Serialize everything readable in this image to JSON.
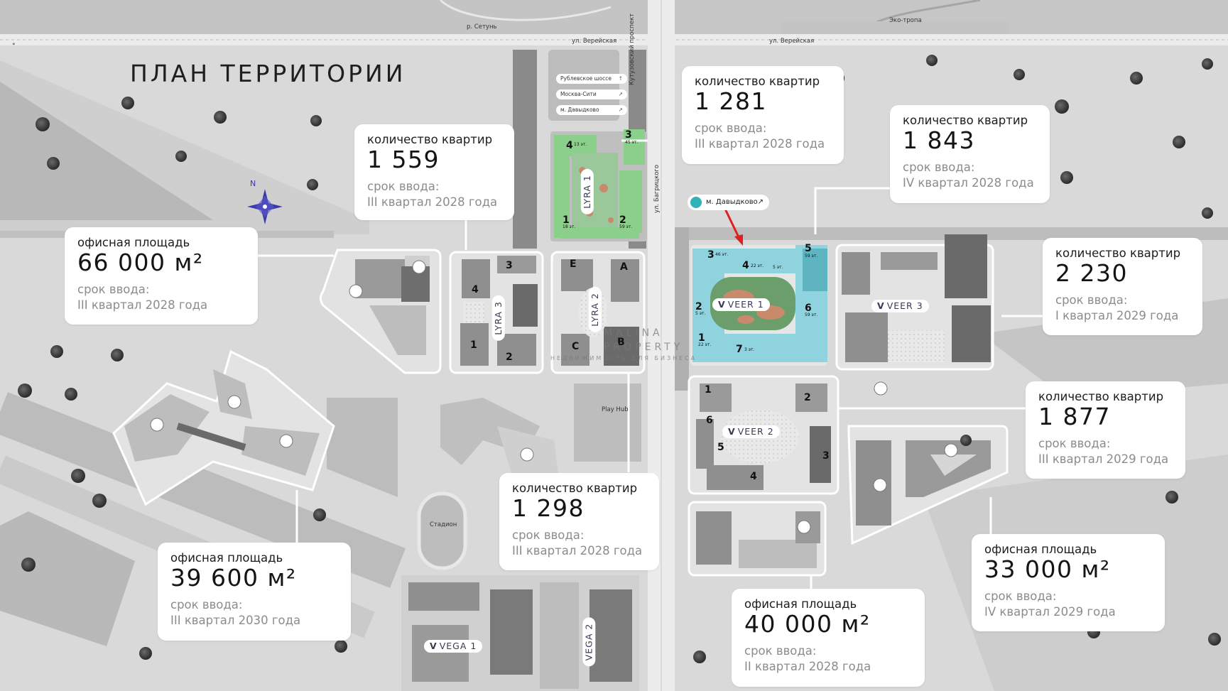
{
  "title": "ПЛАН ТЕРРИТОРИИ",
  "compass_label": "N",
  "corner_mark": "°",
  "colors": {
    "background": "#d6d6d6",
    "building_lyra1": "#8ad08a",
    "building_veer1": "#8fd3de",
    "courtyard": "#c98a6c",
    "compass": "#3a3aa8",
    "metro_dot": "#2fb3b7",
    "arrow": "#e02020"
  },
  "street_labels": {
    "river": "р. Сетунь",
    "vereyskaya_left": "ул. Верейская",
    "vereyskaya_right": "ул. Верейская",
    "eco_path": "Эко-тропа",
    "kutuzovsky": "Кутузовский проспект",
    "bagritskogo": "ул. Багрицкого",
    "play_hub": "Play Hub",
    "stadium": "Стадион"
  },
  "route_pills": [
    {
      "label": "Рублевское шоссе",
      "arrow": "↑"
    },
    {
      "label": "Москва-Сити",
      "arrow": "↗"
    },
    {
      "label": "м. Давыдково",
      "arrow": "↗"
    }
  ],
  "metro_badge": {
    "label": "м. Давыдково",
    "arrow": "↗",
    "icon": "metro-station-icon"
  },
  "building_names": {
    "lyra1": "LYRA 1",
    "lyra2": "LYRA 2",
    "lyra3": "LYRA 3",
    "veer1": "VEER 1",
    "veer2": "VEER 2",
    "veer3": "VEER 3",
    "vega1": "VEGA 1",
    "vega2": "VEGA 2"
  },
  "building_mark": "V",
  "section_numbers": {
    "lyra1": [
      {
        "n": "4",
        "floors": "13 эт."
      },
      {
        "n": "3",
        "floors": "45 эт."
      },
      {
        "n": "1",
        "floors": "18 эт."
      },
      {
        "n": "2",
        "floors": "59 эт."
      }
    ],
    "lyra3": [
      "3",
      "4",
      "1",
      "2"
    ],
    "lyra2": [
      "E",
      "A",
      "C",
      "B"
    ],
    "veer1": [
      {
        "n": "3",
        "floors": "46 эт."
      },
      {
        "n": "4",
        "floors": "22 эт."
      },
      {
        "n": "",
        "floors": "5 эт."
      },
      {
        "n": "5",
        "floors": "59 эт."
      },
      {
        "n": "2",
        "floors": "5 эт."
      },
      {
        "n": "6",
        "floors": "59 эт."
      },
      {
        "n": "1",
        "floors": "22 эт."
      },
      {
        "n": "7",
        "floors": "3 эт."
      }
    ],
    "veer2": [
      "1",
      "2",
      "6",
      "5",
      "3",
      "4"
    ]
  },
  "watermark": {
    "line1": "MALINA",
    "line2": "PROPERTY",
    "line3": "НЕДВИЖИМОСТЬ ДЛЯ БИЗНЕСА"
  },
  "cards": [
    {
      "id": "card-lyra3",
      "label": "количество квартир",
      "value": "1 559",
      "date_label": "срок ввода:",
      "date": "III квартал 2028 года"
    },
    {
      "id": "card-lyra1",
      "label": "количество квартир",
      "value": "1 281",
      "date_label": "срок ввода:",
      "date": "III квартал 2028 года"
    },
    {
      "id": "card-veer1",
      "label": "количество квартир",
      "value": "1 843",
      "date_label": "срок ввода:",
      "date": "IV квартал 2028 года"
    },
    {
      "id": "card-office-left",
      "label": "офисная площадь",
      "value": "66 000 м²",
      "date_label": "срок ввода:",
      "date": "III квартал 2028 года"
    },
    {
      "id": "card-veer3",
      "label": "количество квартир",
      "value": "2 230",
      "date_label": "срок ввода:",
      "date": "I квартал 2029 года"
    },
    {
      "id": "card-veer2",
      "label": "количество квартир",
      "value": "1 877",
      "date_label": "срок ввода:",
      "date": "III квартал 2029 года"
    },
    {
      "id": "card-vega",
      "label": "количество квартир",
      "value": "1 298",
      "date_label": "срок ввода:",
      "date": "III квартал 2028 года"
    },
    {
      "id": "card-office-sw",
      "label": "офисная площадь",
      "value": "39 600 м²",
      "date_label": "срок ввода:",
      "date": "III квартал 2030 года"
    },
    {
      "id": "card-office-se",
      "label": "офисная площадь",
      "value": "33 000 м²",
      "date_label": "срок ввода:",
      "date": "IV квартал 2029 года"
    },
    {
      "id": "card-office-s",
      "label": "офисная площадь",
      "value": "40 000 м²",
      "date_label": "срок ввода:",
      "date": "II квартал 2028 года"
    }
  ]
}
